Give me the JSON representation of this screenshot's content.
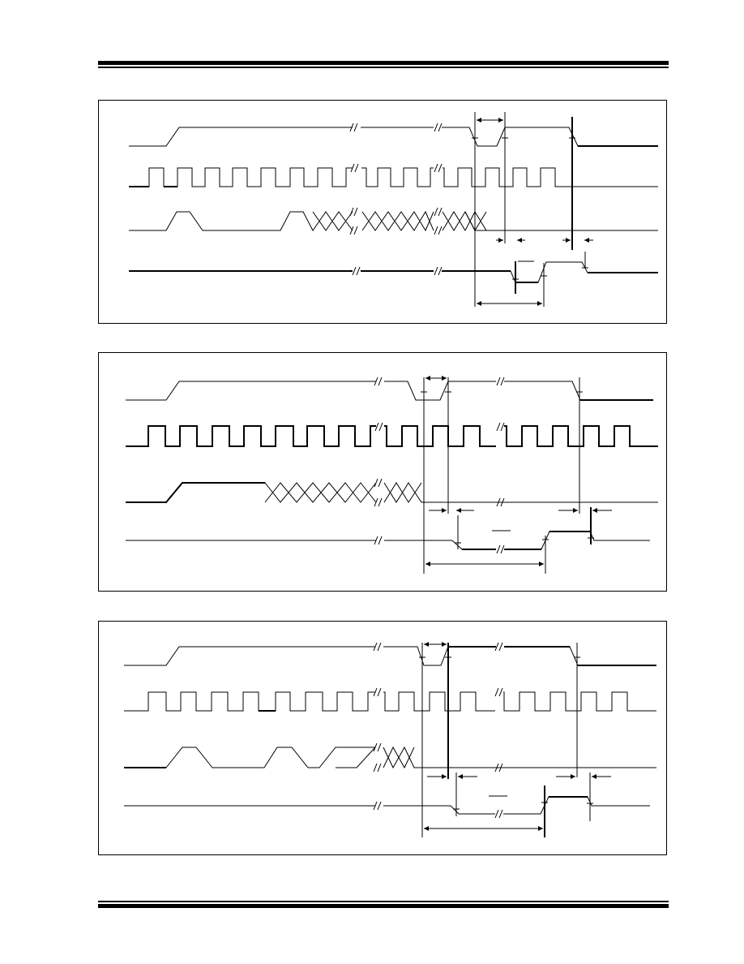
{
  "page": {
    "header_rule": "double-rule",
    "footer_rule": "double-rule"
  },
  "diagrams": [
    {
      "id": "timing-diagram-1",
      "signals": 4,
      "overline_bar": true
    },
    {
      "id": "timing-diagram-2",
      "signals": 4,
      "overline_bar": true
    },
    {
      "id": "timing-diagram-3",
      "signals": 4,
      "overline_bar": true
    }
  ],
  "colors": {
    "line": "#000000",
    "background": "#ffffff"
  }
}
